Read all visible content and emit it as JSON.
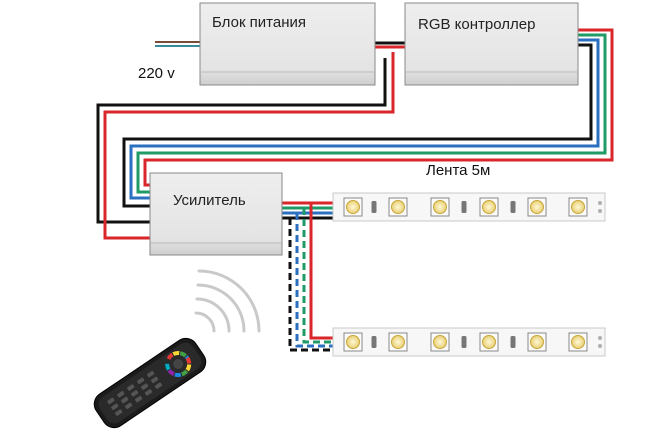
{
  "labels": {
    "power_supply": "Блок питания",
    "rgb_controller": "RGB контроллер",
    "amplifier": "Усилитель",
    "voltage": "220 v",
    "strip": "Лента 5м"
  },
  "icons": {
    "remote": "rgb-remote-control-icon",
    "signal": "wireless-signal-icon",
    "strip": "led-strip-5050"
  },
  "colors": {
    "wire_red": "#d8262a",
    "wire_green": "#1f9b67",
    "wire_blue": "#2a6fc0",
    "wire_black": "#111111",
    "box_fill": "#e9e9e9",
    "led_chip": "#f7e7a6"
  }
}
